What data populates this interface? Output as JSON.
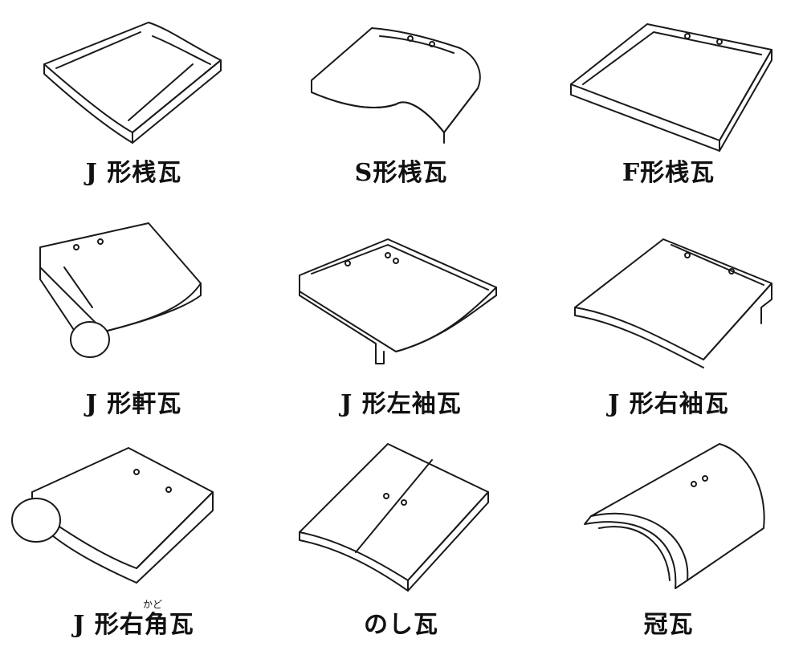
{
  "tiles": [
    {
      "label": "J 形桟瓦"
    },
    {
      "label": "S形桟瓦"
    },
    {
      "label": "F形桟瓦"
    },
    {
      "label": "J 形軒瓦"
    },
    {
      "label": "J 形左袖瓦"
    },
    {
      "label": "J 形右袖瓦"
    },
    {
      "label": "J 形右角瓦",
      "ruby": "かど"
    },
    {
      "label": "のし瓦"
    },
    {
      "label": "冠瓦"
    }
  ]
}
